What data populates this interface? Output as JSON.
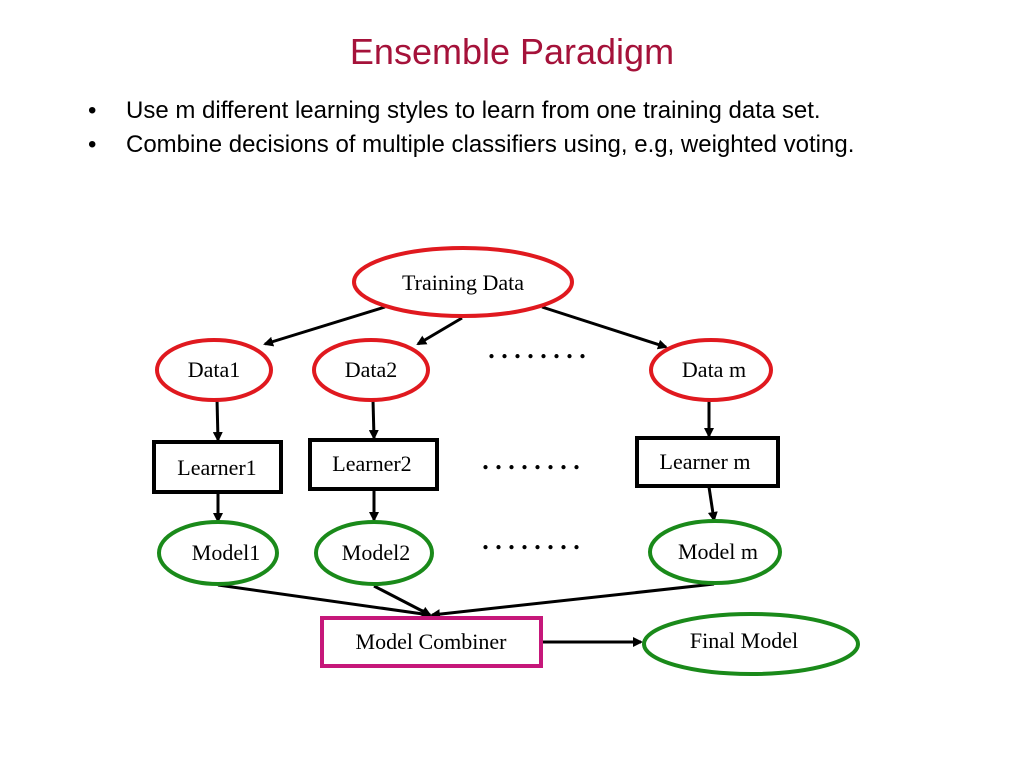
{
  "title": "Ensemble Paradigm",
  "bullets": [
    "Use m different learning styles to learn from one training data set.",
    "Combine decisions of multiple classifiers using, e.g, weighted voting."
  ],
  "diagram": {
    "training_data": "Training Data",
    "data": [
      "Data1",
      "Data2",
      "Data m"
    ],
    "learners": [
      "Learner1",
      "Learner2",
      "Learner m"
    ],
    "models": [
      "Model1",
      "Model2",
      "Model m"
    ],
    "combiner": "Model Combiner",
    "final_model": "Final Model",
    "ellipsis": ". . . . . . . ."
  },
  "colors": {
    "title": "#a5123a",
    "data_outline": "#e0191f",
    "model_outline": "#1a8a1a",
    "learner_outline": "#000000",
    "combiner_outline": "#c6177a",
    "arrow": "#000000"
  }
}
